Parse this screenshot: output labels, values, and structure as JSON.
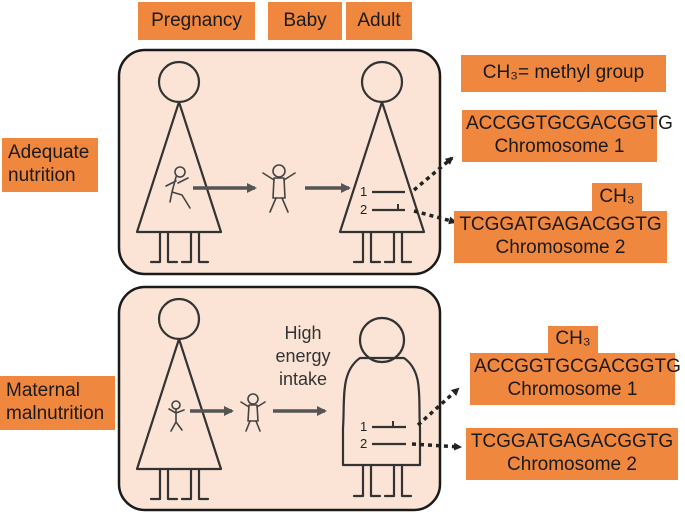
{
  "headers": {
    "pregnancy": "Pregnancy",
    "baby": "Baby",
    "adult": "Adult"
  },
  "legend": {
    "methyl": "CH₃= methyl group"
  },
  "conditions": {
    "adequate": [
      "Adequate",
      "nutrition"
    ],
    "maternal": [
      "Maternal",
      "malnutrition"
    ]
  },
  "intake_label": [
    "High",
    "energy",
    "intake"
  ],
  "methyl_mark": "CH₃",
  "chromosome_markers": [
    "1",
    "2"
  ],
  "panel_adequate": {
    "seq1": "ACCGGTGCGACGGTG",
    "chr1": "Chromosome 1",
    "seq2": "TCGGATGAGACGGTG",
    "chr2": "Chromosome 2"
  },
  "panel_maternal": {
    "seq1": "ACCGGTGCGACGGTG",
    "chr1": "Chromosome 1",
    "seq2": "TCGGATGAGACGGTG",
    "chr2": "Chromosome 2"
  },
  "colors": {
    "box": "#f0873f",
    "panel": "#fbe4d5",
    "line": "#333333"
  }
}
